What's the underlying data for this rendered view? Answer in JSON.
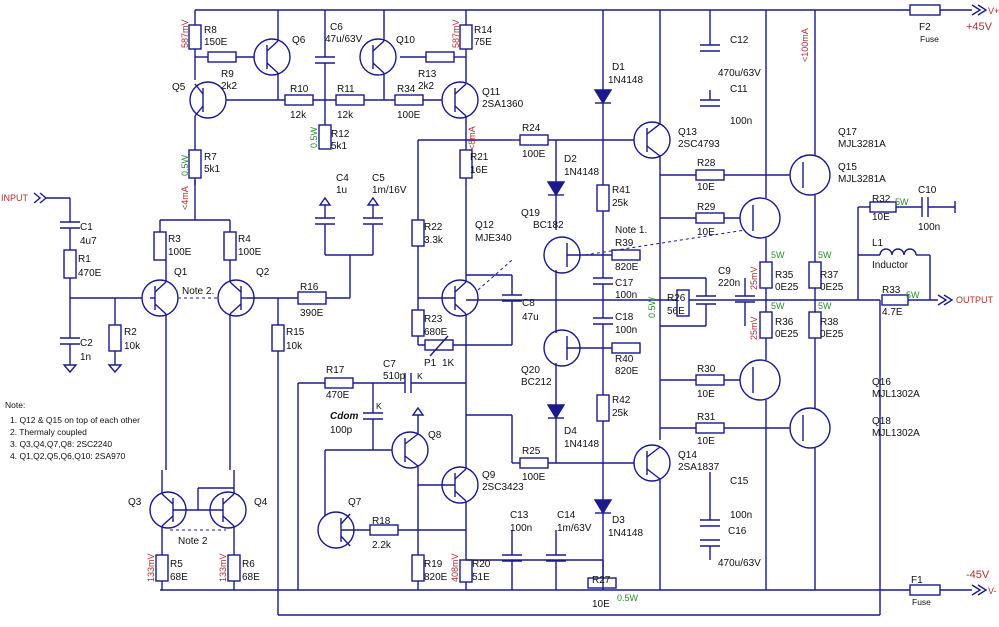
{
  "title": "",
  "rails": {
    "pos_v": "+45V",
    "neg_v": "-45V",
    "v_plus": "V+",
    "v_minus": "V-",
    "fuse_pos": "F2",
    "fuse_neg": "F1",
    "fuse_word": "Fuse",
    "input": "INPUT",
    "output": "OUTPUT"
  },
  "components": [
    {
      "ref": "R8",
      "val": "150E"
    },
    {
      "ref": "R9",
      "val": "2k2"
    },
    {
      "ref": "R7",
      "val": "5k1"
    },
    {
      "ref": "R10",
      "val": "12k"
    },
    {
      "ref": "R11",
      "val": "12k"
    },
    {
      "ref": "R12",
      "val": "5k1"
    },
    {
      "ref": "R13",
      "val": "2k2"
    },
    {
      "ref": "R14",
      "val": "75E"
    },
    {
      "ref": "R34",
      "val": "100E"
    },
    {
      "ref": "C6",
      "val": "47u/63V"
    },
    {
      "ref": "C4",
      "val": "1u"
    },
    {
      "ref": "C5",
      "val": "1m/16V"
    },
    {
      "ref": "C1",
      "val": "4u7"
    },
    {
      "ref": "R1",
      "val": "470E"
    },
    {
      "ref": "C2",
      "val": "1n"
    },
    {
      "ref": "R2",
      "val": "10k"
    },
    {
      "ref": "R3",
      "val": "100E"
    },
    {
      "ref": "R4",
      "val": "100E"
    },
    {
      "ref": "R16",
      "val": "390E"
    },
    {
      "ref": "R15",
      "val": "10k"
    },
    {
      "ref": "R21",
      "val": "16E"
    },
    {
      "ref": "R22",
      "val": "3.3k"
    },
    {
      "ref": "R23",
      "val": "680E"
    },
    {
      "ref": "P1",
      "val": "1K"
    },
    {
      "ref": "C8",
      "val": "47u"
    },
    {
      "ref": "R24",
      "val": "100E"
    },
    {
      "ref": "R25",
      "val": "100E"
    },
    {
      "ref": "R17",
      "val": "470E"
    },
    {
      "ref": "C7",
      "val": "510p"
    },
    {
      "ref": "Cdom",
      "val": "100p"
    },
    {
      "ref": "R18",
      "val": "2.2k"
    },
    {
      "ref": "R19",
      "val": "820E"
    },
    {
      "ref": "R20",
      "val": "51E"
    },
    {
      "ref": "R5",
      "val": "68E"
    },
    {
      "ref": "R6",
      "val": "68E"
    },
    {
      "ref": "C13",
      "val": "100n"
    },
    {
      "ref": "C14",
      "val": "1m/63V"
    },
    {
      "ref": "R27",
      "val": "10E"
    },
    {
      "ref": "R41",
      "val": "25k"
    },
    {
      "ref": "R42",
      "val": "25k"
    },
    {
      "ref": "R39",
      "val": "820E"
    },
    {
      "ref": "R40",
      "val": "820E"
    },
    {
      "ref": "C17",
      "val": "100n"
    },
    {
      "ref": "C18",
      "val": "100n"
    },
    {
      "ref": "R26",
      "val": "56E"
    },
    {
      "ref": "C9",
      "val": "220n"
    },
    {
      "ref": "R28",
      "val": "10E"
    },
    {
      "ref": "R29",
      "val": "10E"
    },
    {
      "ref": "R30",
      "val": "10E"
    },
    {
      "ref": "R31",
      "val": "10E"
    },
    {
      "ref": "R35",
      "val": "0E25"
    },
    {
      "ref": "R36",
      "val": "0E25"
    },
    {
      "ref": "R37",
      "val": "0E25"
    },
    {
      "ref": "R38",
      "val": "0E25"
    },
    {
      "ref": "C12",
      "val": "470u/63V"
    },
    {
      "ref": "C11",
      "val": "100n"
    },
    {
      "ref": "C15",
      "val": "100n"
    },
    {
      "ref": "C16",
      "val": "470u/63V"
    },
    {
      "ref": "R32",
      "val": "10E"
    },
    {
      "ref": "C10",
      "val": "100n"
    },
    {
      "ref": "R33",
      "val": "4.7E"
    },
    {
      "ref": "L1",
      "val": "Inductor"
    }
  ],
  "transistors": [
    {
      "ref": "Q1",
      "part": ""
    },
    {
      "ref": "Q2",
      "part": ""
    },
    {
      "ref": "Q3",
      "part": ""
    },
    {
      "ref": "Q4",
      "part": ""
    },
    {
      "ref": "Q5",
      "part": ""
    },
    {
      "ref": "Q6",
      "part": ""
    },
    {
      "ref": "Q7",
      "part": ""
    },
    {
      "ref": "Q8",
      "part": ""
    },
    {
      "ref": "Q9",
      "part": "2SC3423"
    },
    {
      "ref": "Q10",
      "part": ""
    },
    {
      "ref": "Q11",
      "part": "2SA1360"
    },
    {
      "ref": "Q12",
      "part": "MJE340"
    },
    {
      "ref": "Q13",
      "part": "2SC4793"
    },
    {
      "ref": "Q14",
      "part": "2SA1837"
    },
    {
      "ref": "Q15",
      "part": "MJL3281A"
    },
    {
      "ref": "Q16",
      "part": "MJL1302A"
    },
    {
      "ref": "Q17",
      "part": "MJL3281A"
    },
    {
      "ref": "Q18",
      "part": "MJL1302A"
    },
    {
      "ref": "Q19",
      "part": "BC182"
    },
    {
      "ref": "Q20",
      "part": "BC212"
    }
  ],
  "diodes": [
    {
      "ref": "D1",
      "part": "1N4148"
    },
    {
      "ref": "D2",
      "part": "1N4148"
    },
    {
      "ref": "D3",
      "part": "1N4148"
    },
    {
      "ref": "D4",
      "part": "1N4148"
    }
  ],
  "annotations": {
    "v587a": "587mV",
    "v587b": "587mV",
    "ma4": "<4mA",
    "ma8": "<8mA",
    "ma100": "<100mA",
    "v133a": "133mV",
    "v133b": "133mV",
    "v408": "408mV",
    "mv25a": "25mV",
    "mv25b": "25mV",
    "w05a": "0.5W",
    "w05b": "0.5W",
    "w05c": "0.5W",
    "w05d": "0.5W",
    "w5a": "5W",
    "w5b": "5W",
    "w5c": "5W",
    "w5d": "5W",
    "w5e": "5W",
    "w5f": "5W",
    "note1": "Note 1.",
    "note2a": "Note 2.",
    "note2b": "Note 2",
    "k1": "K",
    "k2": "K"
  },
  "notes": {
    "heading": "Note:",
    "lines": [
      "1. Q12 & Q15 on top of each other",
      "2. Thermaly coupled",
      "3. Q3,Q4,Q7,Q8: 2SC2240",
      "4. Q1,Q2,Q5,Q6,Q10: 2SA970"
    ]
  }
}
